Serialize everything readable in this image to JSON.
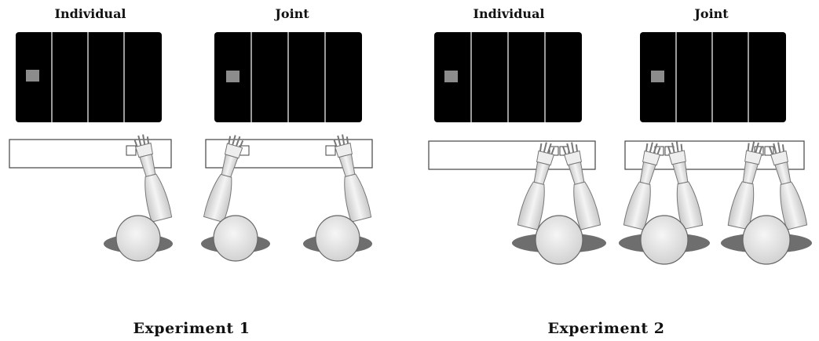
{
  "conditions": {
    "exp1_individual": "Individual",
    "exp1_joint": "Joint",
    "exp2_individual": "Individual",
    "exp2_joint": "Joint"
  },
  "experiments": {
    "exp1": "Experiment 1",
    "exp2": "Experiment 2"
  },
  "colors": {
    "screen": "#000000",
    "divider": "#9a9a9a",
    "stimulus": "#8c8c8c",
    "table_stroke": "#444444",
    "head_fill": "#e3e3e3",
    "shadow_fill": "#6e6e6e"
  }
}
